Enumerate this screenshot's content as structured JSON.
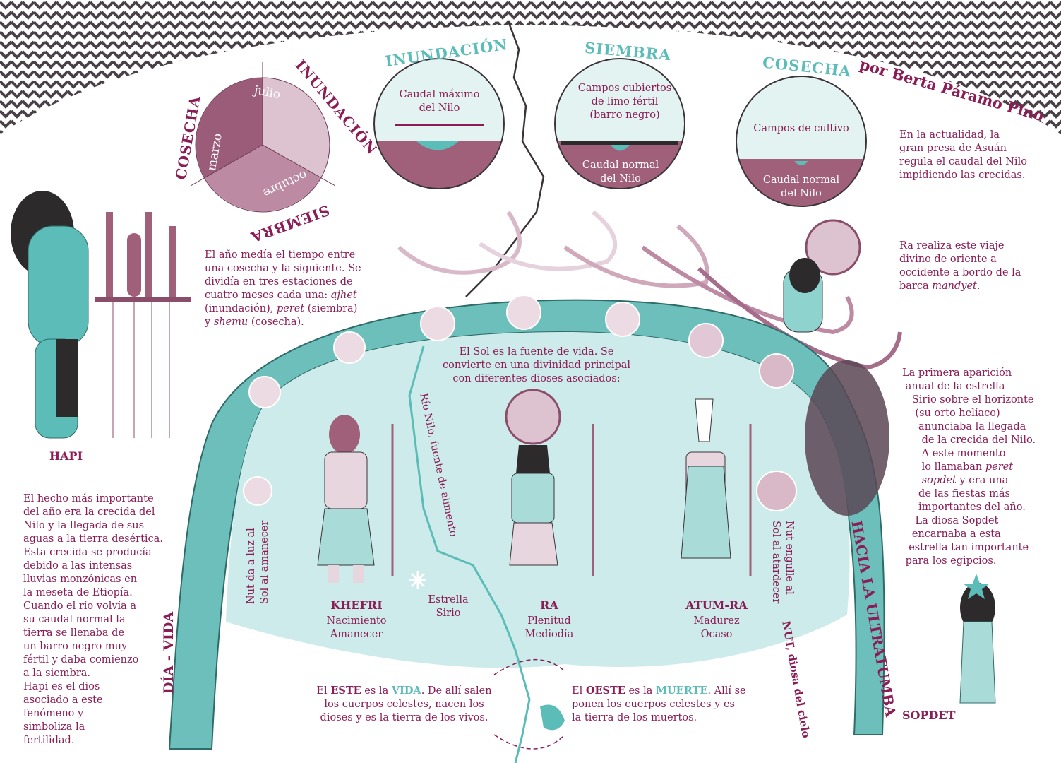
{
  "credit": "por Berta Páramo Pino",
  "colors": {
    "text": "#8a1d55",
    "teal": "#5bbcb8",
    "light_teal": "#cdebea",
    "mauve": "#a0607a",
    "pale": "#dcc3cf",
    "zigzag": "#4a4148"
  },
  "year_wheel": {
    "seasons": [
      "INUNDACIÓN",
      "SIEMBRA",
      "COSECHA"
    ],
    "months": [
      "julio",
      "octubre",
      "marzo"
    ]
  },
  "scenes": [
    {
      "title": "INUNDACIÓN",
      "lines": [
        "Caudal máximo",
        "del Nilo"
      ]
    },
    {
      "title": "SIEMBRA",
      "lines": [
        "Campos cubiertos",
        "de limo fértil",
        "(barro negro)"
      ],
      "bottom": [
        "Caudal normal",
        "del Nilo"
      ]
    },
    {
      "title": "COSECHA",
      "lines": [
        "Campos de cultivo"
      ],
      "bottom": [
        "Caudal normal",
        "del Nilo"
      ]
    }
  ],
  "texts": {
    "asuan": [
      [
        {
          "t": "En la actualidad, la"
        }
      ],
      [
        {
          "t": "gran presa de Asuán"
        }
      ],
      [
        {
          "t": "regula el caudal del Nilo"
        }
      ],
      [
        {
          "t": "impidiendo las crecidas."
        }
      ]
    ],
    "ra_trip": [
      [
        {
          "t": "Ra realiza este viaje"
        }
      ],
      [
        {
          "t": "divino de oriente a"
        }
      ],
      [
        {
          "t": "occidente a bordo de la"
        }
      ],
      [
        {
          "t": "barca "
        },
        {
          "t": "mandyet",
          "i": 1
        },
        {
          "t": "."
        }
      ]
    ],
    "year": [
      [
        {
          "t": "El año medía el tiempo entre"
        }
      ],
      [
        {
          "t": "una cosecha y la siguiente. Se"
        }
      ],
      [
        {
          "t": "dividía en tres estaciones de"
        }
      ],
      [
        {
          "t": "cuatro meses cada una: "
        },
        {
          "t": "ajhet",
          "i": 1
        }
      ],
      [
        {
          "t": "(inundación), "
        },
        {
          "t": "peret",
          "i": 1
        },
        {
          "t": " (siembra)"
        }
      ],
      [
        {
          "t": "y "
        },
        {
          "t": "shemu",
          "i": 1
        },
        {
          "t": " (cosecha)."
        }
      ]
    ],
    "sun": [
      [
        {
          "t": "El Sol es la fuente de vida. Se"
        }
      ],
      [
        {
          "t": "convierte en una divinidad principal"
        }
      ],
      [
        {
          "t": "con diferentes dioses asociados:"
        }
      ]
    ],
    "sirio": [
      [
        {
          "t": "La primera aparición"
        }
      ],
      [
        {
          "t": " anual de la estrella"
        }
      ],
      [
        {
          "t": "   Sirio sobre el horizonte"
        }
      ],
      [
        {
          "t": "    (su orto helíaco)"
        }
      ],
      [
        {
          "t": "     anunciaba la llegada"
        }
      ],
      [
        {
          "t": "      de la crecida del Nilo."
        }
      ],
      [
        {
          "t": "      A este momento"
        }
      ],
      [
        {
          "t": "      lo llamaban "
        },
        {
          "t": "peret",
          "i": 1
        }
      ],
      [
        {
          "t": "      "
        },
        {
          "t": "sopdet",
          "i": 1
        },
        {
          "t": " y era una"
        }
      ],
      [
        {
          "t": "     de las fiestas más"
        }
      ],
      [
        {
          "t": "     importantes del año."
        }
      ],
      [
        {
          "t": "    La diosa Sopdet"
        }
      ],
      [
        {
          "t": "   encarnaba a esta"
        }
      ],
      [
        {
          "t": "  estrella tan importante"
        }
      ],
      [
        {
          "t": " para los egipcios."
        }
      ]
    ],
    "hapi": [
      [
        {
          "t": "El hecho más importante"
        }
      ],
      [
        {
          "t": "del año era la crecida del"
        }
      ],
      [
        {
          "t": "Nilo y la llegada de sus"
        }
      ],
      [
        {
          "t": "aguas a la tierra desértica."
        }
      ],
      [
        {
          "t": "Esta crecida se producía"
        }
      ],
      [
        {
          "t": "debido a las intensas"
        }
      ],
      [
        {
          "t": "lluvias  monzónicas en"
        }
      ],
      [
        {
          "t": "la meseta de Etiopía."
        }
      ],
      [
        {
          "t": "Cuando el río volvía a"
        }
      ],
      [
        {
          "t": "su caudal normal la"
        }
      ],
      [
        {
          "t": "tierra se llenaba de"
        }
      ],
      [
        {
          "t": "un barro negro muy"
        }
      ],
      [
        {
          "t": "fértil y daba comienzo"
        }
      ],
      [
        {
          "t": "a la siembra."
        }
      ],
      [
        {
          "t": "Hapi es el dios"
        }
      ],
      [
        {
          "t": "asociado a este"
        }
      ],
      [
        {
          "t": "fenómeno y"
        }
      ],
      [
        {
          "t": "simboliza la"
        }
      ],
      [
        {
          "t": "fertilidad."
        }
      ]
    ],
    "este": [
      [
        {
          "t": "El "
        },
        {
          "t": "ESTE",
          "b": 1
        },
        {
          "t": " es la "
        },
        {
          "t": "VIDA",
          "tl": 1
        },
        {
          "t": ". De allí salen"
        }
      ],
      [
        {
          "t": "los cuerpos celestes, nacen los"
        }
      ],
      [
        {
          "t": "dioses  y es la tierra de los  vivos."
        }
      ]
    ],
    "oeste": [
      [
        {
          "t": "El "
        },
        {
          "t": "OESTE",
          "b": 1
        },
        {
          "t": " es la "
        },
        {
          "t": "MUERTE",
          "tl": 1
        },
        {
          "t": ". Allí se"
        }
      ],
      [
        {
          "t": "ponen los cuerpos celestes y es"
        }
      ],
      [
        {
          "t": "la tierra de los muertos."
        }
      ]
    ]
  },
  "rotated": {
    "nile": "Río Nilo, fuente de alimento",
    "dawn": [
      "Nut da a luz al",
      "Sol al amanecer"
    ],
    "dusk": [
      "Nut engulle al",
      "Sol al atardecer"
    ],
    "day_life": "DÍA - VIDA",
    "afterlife": "HACIA LA ULTRATUMBA",
    "nut": "NUT, diosa del cielo"
  },
  "gods": [
    {
      "name": "KHEFRI",
      "lines": [
        "Nacimiento",
        "Amanecer"
      ]
    },
    {
      "name": "RA",
      "lines": [
        "Plenitud",
        "Mediodía"
      ]
    },
    {
      "name": "ATUM-RA",
      "lines": [
        "Madurez",
        "Ocaso"
      ]
    }
  ],
  "star": [
    "Estrella",
    "Sirio"
  ],
  "figures": {
    "hapi": "HAPI",
    "sopdet": "SOPDET"
  }
}
